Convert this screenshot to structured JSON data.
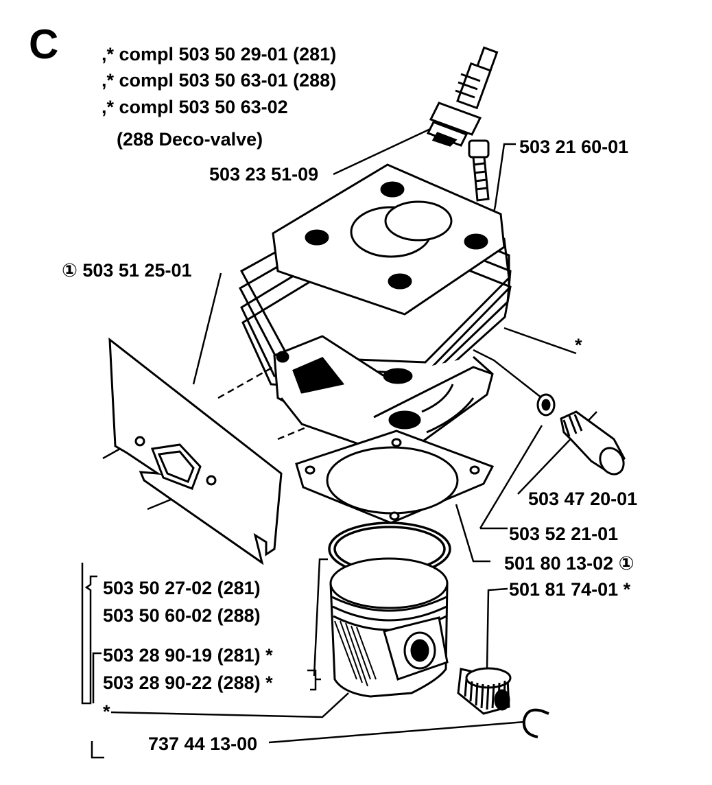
{
  "section_letter": "C",
  "header_labels": [
    ",*  compl 503 50 29-01 (281)",
    ",*  compl 503 50 63-01 (288)",
    ",*  compl 503 50 63-02",
    "(288 Deco-valve)"
  ],
  "part_labels": {
    "spark_plug": "503 23 51-09",
    "bolt": "503 21 60-01",
    "heat_shield": "① 503 51 25-01",
    "cylinder_ref": "*",
    "decomp_valve": "503 47 20-01",
    "decomp_washer": "503 52 21-01",
    "base_gasket": "501 80 13-02 ①",
    "needle_bearing": "501 81 74-01  *",
    "circlip": "737 44 13-00"
  },
  "piston_group": {
    "piston_labels": [
      "503 50 27-02 (281)",
      "503 50 60-02 (288)"
    ],
    "ring_labels": [
      "503 28 90-19 (281)  *",
      "503 28 90-22 (288)  *"
    ],
    "star": "*"
  }
}
